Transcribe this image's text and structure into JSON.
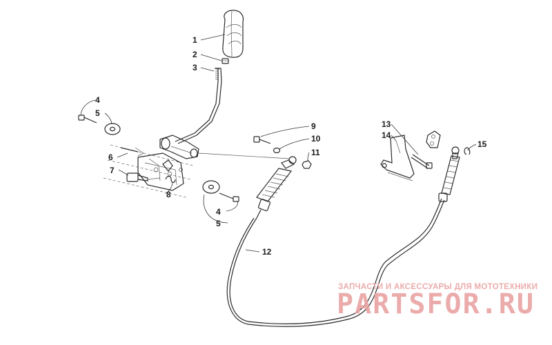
{
  "callouts": {
    "c1": "1",
    "c2": "2",
    "c3": "3",
    "c4a": "4",
    "c5a": "5",
    "c6": "6",
    "c7": "7",
    "c8": "8",
    "c4b": "4",
    "c5b": "5",
    "c9": "9",
    "c10": "10",
    "c11": "11",
    "c12": "12",
    "c13": "13",
    "c14": "14",
    "c15": "15"
  },
  "watermark": {
    "tagline": "ЗАПЧАСТИ И АКСЕССУАРЫ ДЛЯ МОТОТЕХНИКИ",
    "brand": "PARTSFOR.RU",
    "color": "#e9a3a3"
  }
}
